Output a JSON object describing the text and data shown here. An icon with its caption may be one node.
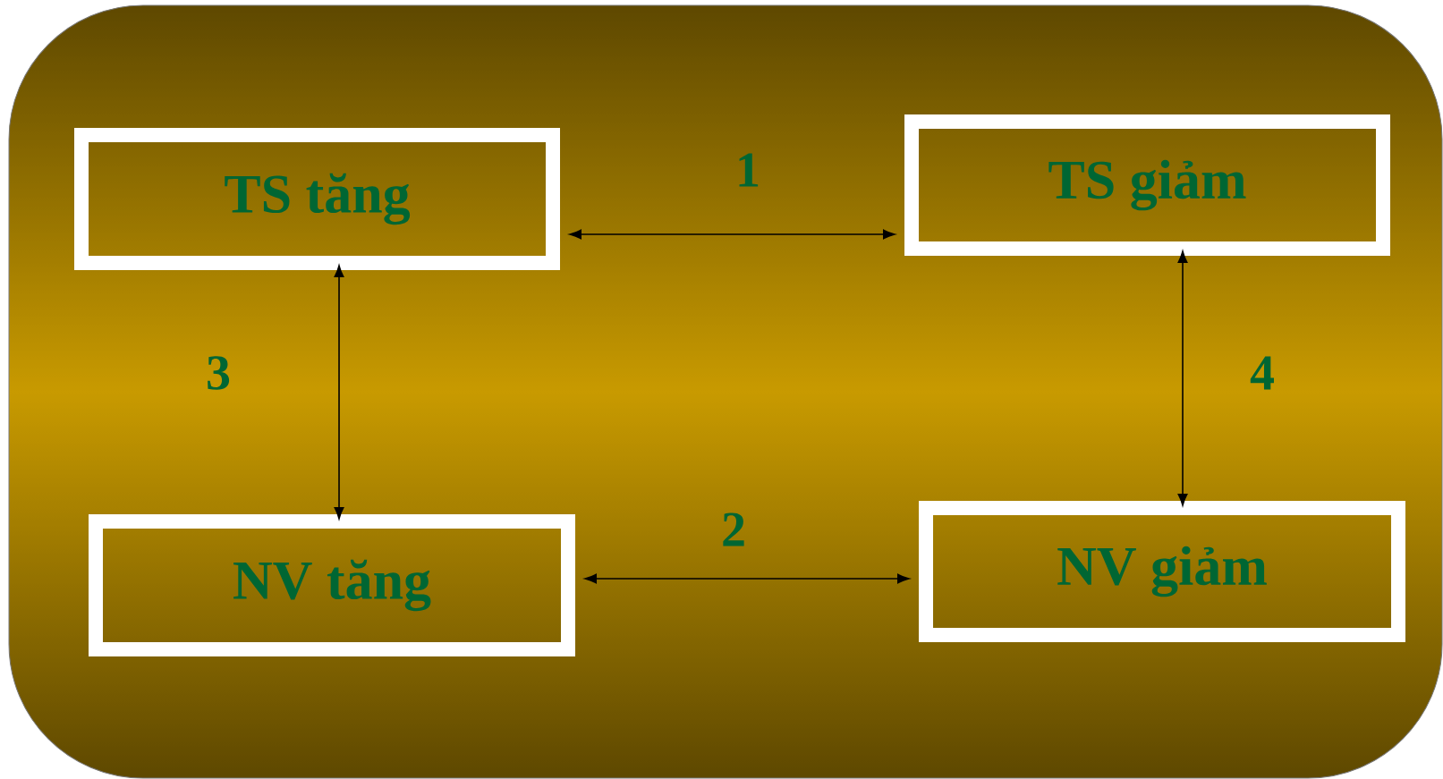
{
  "diagram": {
    "nodes": [
      {
        "text": [
          "TS tăng"
        ]
      },
      {
        "text": [
          "TS giảm"
        ]
      },
      {
        "text": [
          "NV tăng"
        ]
      },
      {
        "text": [
          "NV giảm"
        ]
      }
    ],
    "edges": [
      {
        "from": 0,
        "to": 1,
        "arrow": "both",
        "label": "1"
      },
      {
        "from": 2,
        "to": 3,
        "arrow": "both",
        "label": "2"
      },
      {
        "from": 0,
        "to": 2,
        "arrow": "both",
        "label": "3"
      },
      {
        "from": 1,
        "to": 3,
        "arrow": "both",
        "label": "4"
      }
    ]
  }
}
